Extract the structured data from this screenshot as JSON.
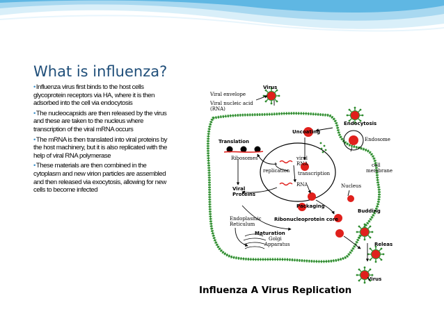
{
  "slide": {
    "title": "What is influenza?",
    "bullets": [
      "Influenza virus first binds to the host cells glycoprotein receptors via HA, where it is then adsorbed into the cell via endocytosis",
      "The nucleocapsids are then released by the virus and these are taken to the nucleus where transcription of the viral mRNA occurs",
      "The mRNA is then translated into viral proteins by the host machinery, but it is also replicated with the help of viral RNA polymerase",
      "These materials are then combined in the cytoplasm and new virion particles are assembled and then released via exocytosis, allowing for new cells to become infected"
    ],
    "bullet_marker": "•"
  },
  "figure": {
    "caption": "Influenza A Virus Replication",
    "labels": {
      "virus_top": "Virus",
      "viral_envelope": "Viral envelope",
      "viral_nucleic_acid": "Viral nucleic acid",
      "rna_paren": "(RNA)",
      "uncoating": "Uncoating",
      "endocytosis": "Endocytosis",
      "endosome": "Endosome",
      "translation": "Translation",
      "ribosomes": "Ribosomes",
      "viral_rna_1": "viral",
      "viral_rna_2": "RNA",
      "replication": "replication",
      "transcription": "transcription",
      "rna": "RNA",
      "nucleus": "Nucleus",
      "cell": "cell",
      "membrane": "membrane",
      "viral_proteins_1": "Viral",
      "viral_proteins_2": "Proteins",
      "packaging": "Packaging",
      "budding": "Budding",
      "er_1": "Endoplasmic",
      "er_2": "Reticulum",
      "ribonucleoprotein_core": "Ribonucleoprotein core",
      "maturation": "Maturation",
      "golgi_1": "Golgi",
      "golgi_2": "Apparatus",
      "release": "Release",
      "virus_bottom": "Virus"
    }
  },
  "colors": {
    "title": "#1f4e79",
    "bullet_dot": "#3b8fc8",
    "banner_dark": "#3aa0d8",
    "banner_light": "#cfeaf7",
    "virus_red": "#e0201c",
    "spike_green": "#2e8b2e",
    "membrane_green": "#3aa13a"
  }
}
